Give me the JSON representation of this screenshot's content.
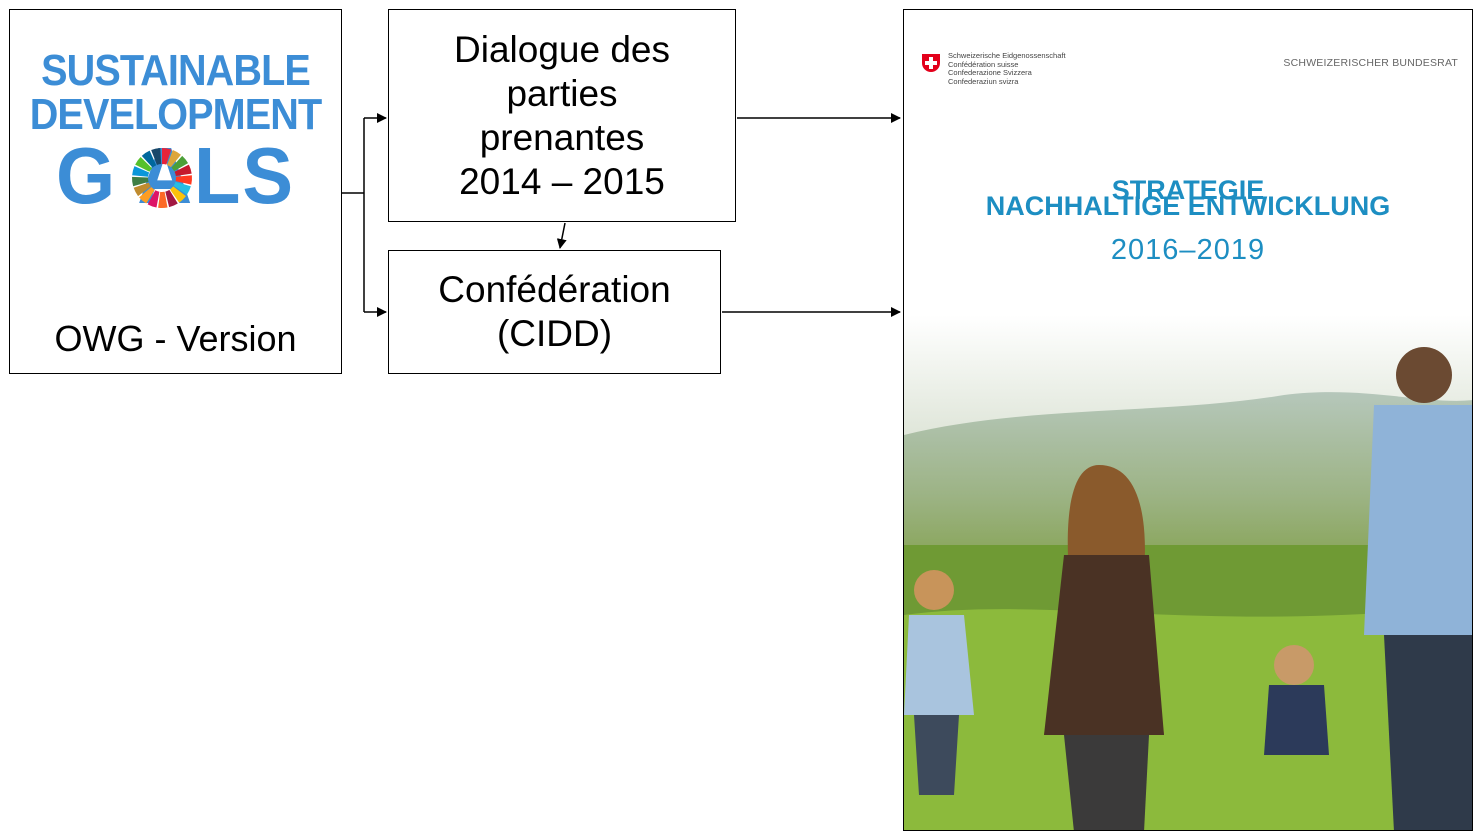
{
  "sdg": {
    "line1": "SUSTAINABLE",
    "line2": "DEVELOPMENT",
    "line3": "G  ALS",
    "version_label": "OWG - Version",
    "wheel_colors": [
      "#e5243b",
      "#dda63a",
      "#4c9f38",
      "#c5192d",
      "#ff3a21",
      "#26bde2",
      "#fcc30b",
      "#a21942",
      "#fd6925",
      "#dd1367",
      "#fd9d24",
      "#bf8b2e",
      "#3f7e44",
      "#0a97d9",
      "#56c02b",
      "#00689d",
      "#19486a"
    ]
  },
  "dialogue": {
    "lines": [
      "Dialogue des",
      "parties",
      "prenantes",
      "2014 – 2015"
    ]
  },
  "confederation": {
    "lines": [
      "Confédération",
      "(CIDD)"
    ]
  },
  "cover": {
    "admin_lines": [
      "Schweizerische Eidgenossenschaft",
      "Confédération suisse",
      "Confederazione Svizzera",
      "Confederaziun svizra"
    ],
    "council": "SCHWEIZERISCHER BUNDESRAT",
    "title_line1": "STRATEGIE",
    "title_line2": "NACHHALTIGE ENTWICKLUNG",
    "years": "2016–2019",
    "photo_description_icon": "family-walking-photo"
  },
  "colors": {
    "sdg_blue": "#3c8dd6",
    "cover_blue": "#1d8ec2",
    "swiss_red": "#e3001b"
  }
}
